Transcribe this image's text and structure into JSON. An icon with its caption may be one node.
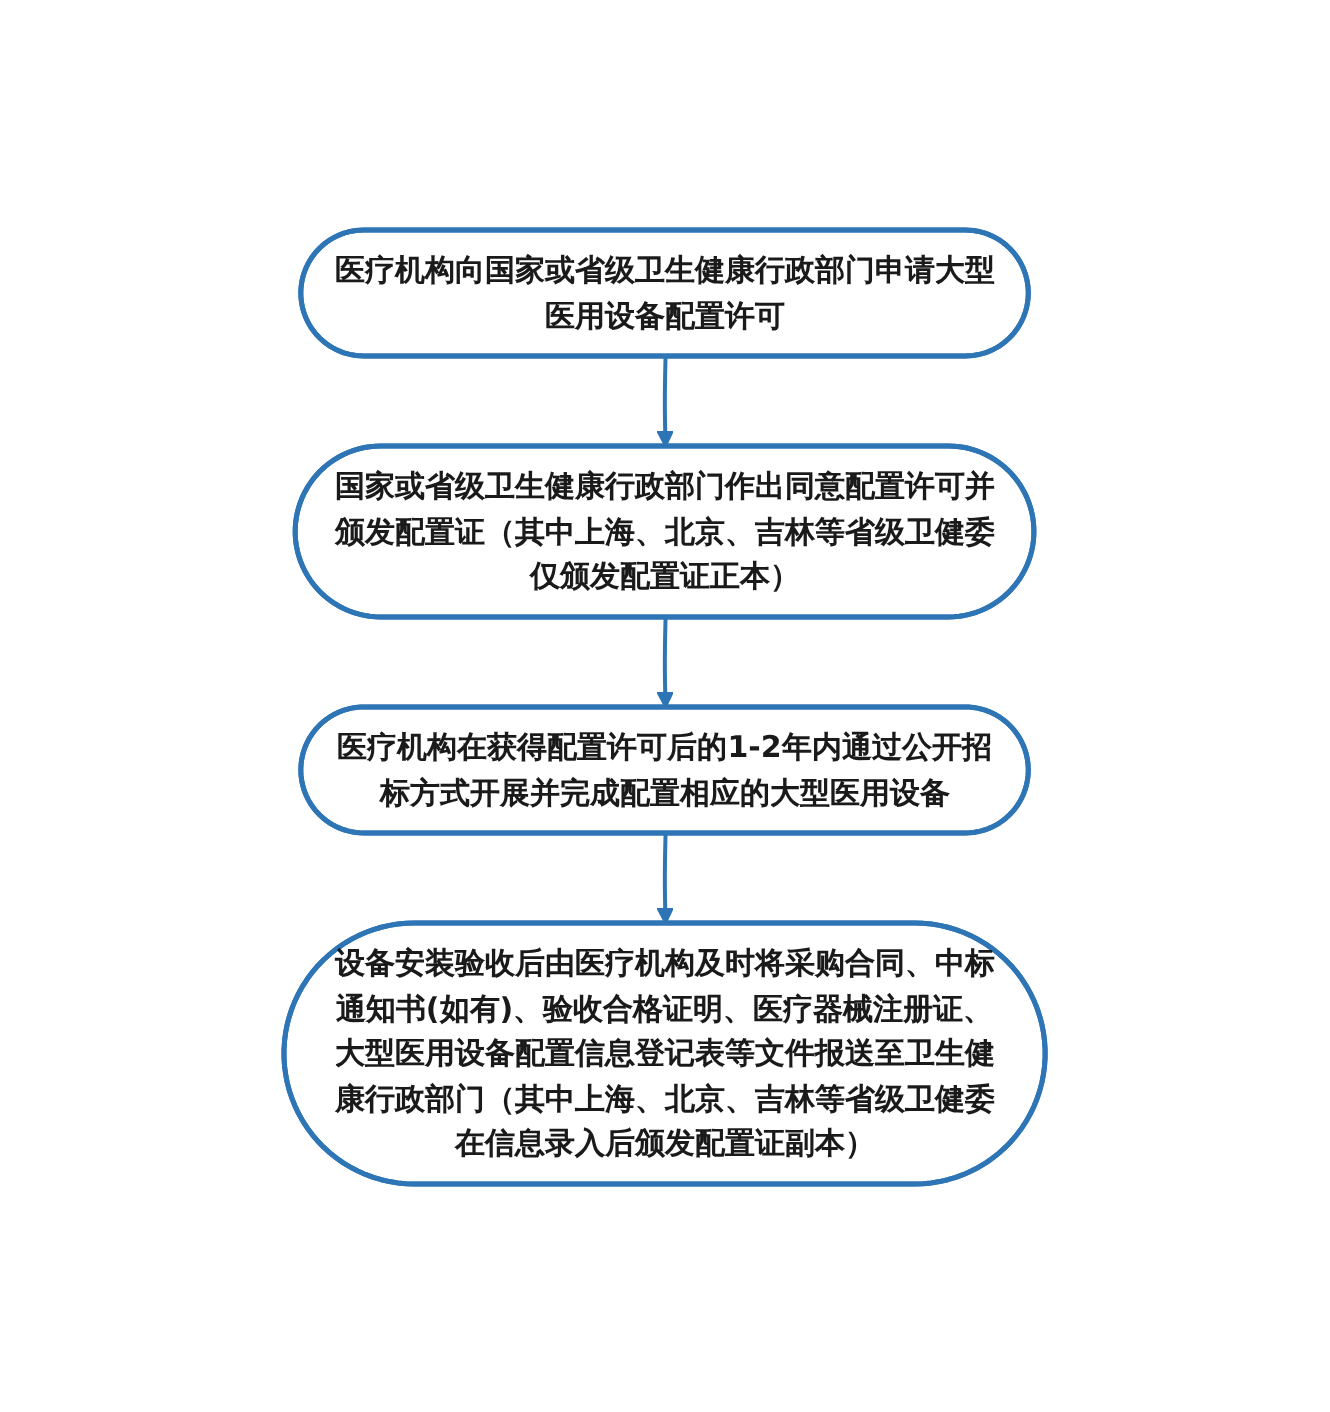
{
  "diagram": {
    "nodes": [
      {
        "text": [
          "医疗机构向国家或省级卫生健康行政部门申请大型医用设备配置许可"
        ]
      },
      {
        "text": [
          "国家或省级卫生健康行政部门作出同意配置许可并颁发配置证（其中上海、北京、吉林等省级卫健委仅颁发配置证正本）"
        ]
      },
      {
        "text": [
          "医疗机构在获得配置许可后的1-2年内通过公开招标方式开展并完成配置相应的大型医用设备"
        ]
      },
      {
        "text": [
          "设备安装验收后由医疗机构及时将采购合同、中标通知书(如有)、验收合格证明、医疗器械注册证、大型医用设备配置信息登记表等文件报送至卫生健康行政部门（其中上海、北京、吉林等省级卫健委在信息录入后颁发配置证副本）"
        ]
      }
    ],
    "edges": [
      {
        "from": 0,
        "to": 1,
        "arrow": "to"
      },
      {
        "from": 1,
        "to": 2,
        "arrow": "to"
      },
      {
        "from": 2,
        "to": 3,
        "arrow": "to"
      }
    ]
  }
}
